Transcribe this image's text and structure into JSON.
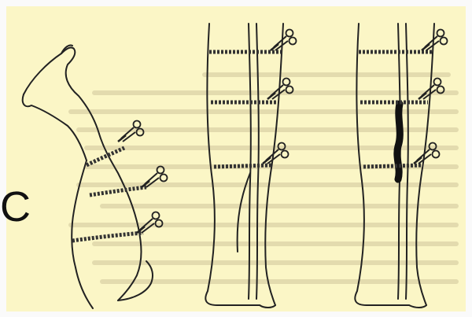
{
  "figure": {
    "label": "C",
    "colors": {
      "paper": "#fbf6c6",
      "dots": "#ffffff",
      "ink": "#222222",
      "vein_dark": "#111111",
      "faint_text": "#c9c196"
    },
    "panels": [
      {
        "name": "raised-leg",
        "tourniquets": 3,
        "clamp_icon": "scissors-clamp-icon"
      },
      {
        "name": "standing-leg-veins",
        "tourniquets": 3,
        "clamp_icon": "scissors-clamp-icon"
      },
      {
        "name": "standing-leg-varicose",
        "tourniquets": 3,
        "clamp_icon": "scissors-clamp-icon"
      }
    ]
  }
}
